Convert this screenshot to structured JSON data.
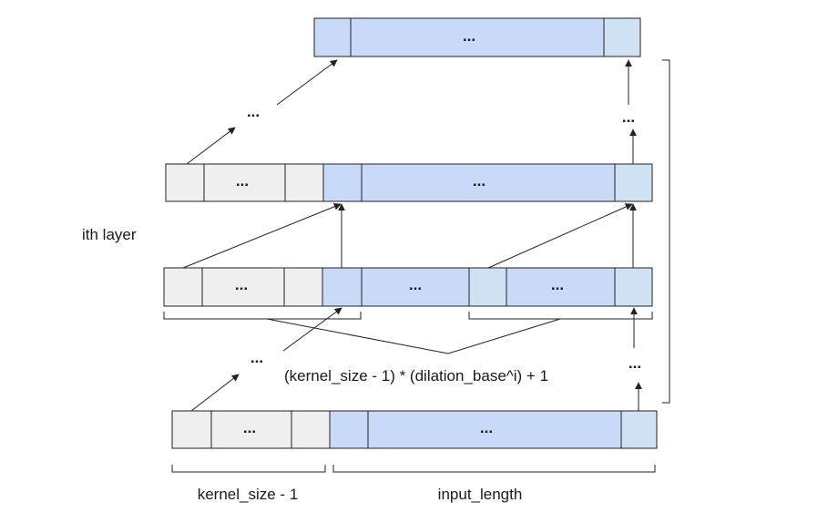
{
  "labels": {
    "ith_layer": "ith layer",
    "receptive_field": "(kernel_size - 1) * (dilation_base^i) + 1",
    "kernel_size": "kernel_size - 1",
    "input_length": "input_length",
    "ellipsis": "..."
  },
  "colors": {
    "padding_cell": "#efefef",
    "data_cell": "#c9daf8",
    "last_cell": "#cfe2f3",
    "stroke": "#222222"
  }
}
